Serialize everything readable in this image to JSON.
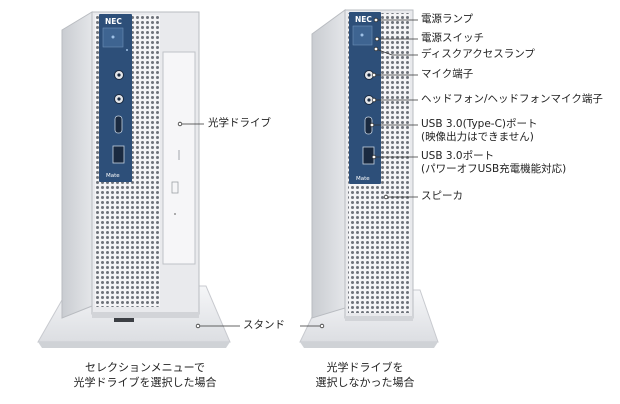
{
  "left_unit": {
    "brand": "NEC",
    "model": "Mate",
    "labels": {
      "optical_drive": "光学ドライブ",
      "stand": "スタンド"
    },
    "caption": [
      "セレクションメニューで",
      "光学ドライブを選択した場合"
    ]
  },
  "right_unit": {
    "brand": "NEC",
    "model": "Mate",
    "labels": {
      "power_lamp": "電源ランプ",
      "power_switch": "電源スイッチ",
      "disk_access_lamp": "ディスクアクセスランプ",
      "mic_jack": "マイク端子",
      "headphone_jack": "ヘッドフォン/ヘッドフォンマイク端子",
      "usb_c_line1": "USB 3.0(Type-C)ポート",
      "usb_c_line2": "(映像出力はできません)",
      "usb_a_line1": "USB 3.0ポート",
      "usb_a_line2": "(パワーオフUSB充電機能対応)",
      "speaker": "スピーカ"
    },
    "caption": [
      "光学ドライブを",
      "選択しなかった場合"
    ]
  },
  "colors": {
    "panel_blue": "#2d4f79",
    "chassis": "#e9eaed",
    "leader": "#333333"
  }
}
